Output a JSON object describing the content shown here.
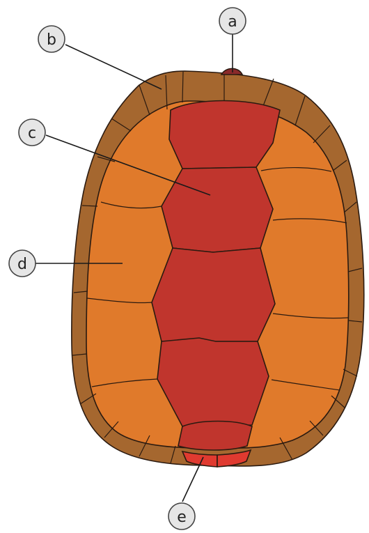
{
  "colors": {
    "marginal": "#a5672f",
    "costal": "#e07a2b",
    "vertebral": "#c0352d",
    "nuchal": "#8a2a2a",
    "supracaudal": "#e03a30",
    "callout_fill": "#e6e6e6"
  },
  "labels": {
    "a": "a",
    "b": "b",
    "c": "c",
    "d": "d",
    "e": "e"
  }
}
